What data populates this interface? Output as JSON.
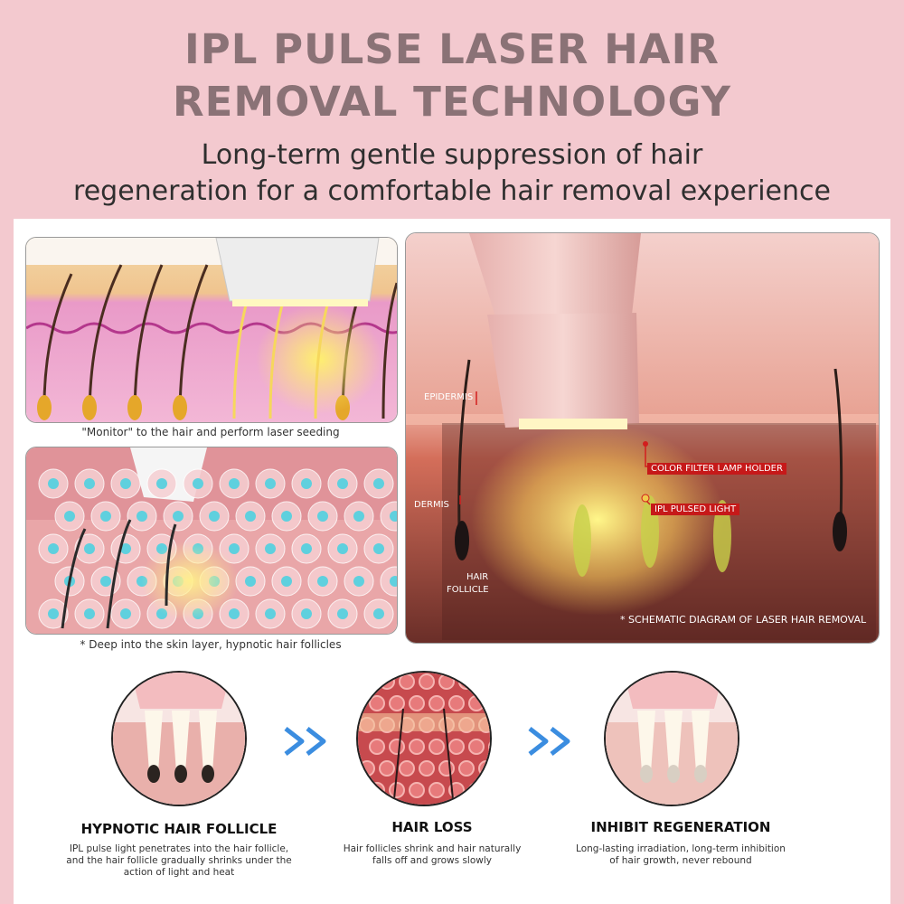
{
  "header": {
    "title_line1": "IPL PULSE LASER HAIR",
    "title_line2": "REMOVAL TECHNOLOGY",
    "subtitle_line1": "Long-term gentle suppression of hair",
    "subtitle_line2": "regeneration for a comfortable hair removal experience"
  },
  "images": {
    "caption1": "\"Monitor\" to the hair and perform laser seeding",
    "caption2": "* Deep into the skin layer, hypnotic hair follicles",
    "diagram": {
      "epidermis": "EPIDERMIS",
      "dermis": "DERMIS",
      "hair_follicle_1": "HAIR",
      "hair_follicle_2": "FOLLICLE",
      "lamp_holder": "COLOR FILTER LAMP HOLDER",
      "pulsed_light": "IPL PULSED LIGHT",
      "note": "* SCHEMATIC DIAGRAM OF LASER HAIR REMOVAL"
    }
  },
  "steps": [
    {
      "title": "HYPNOTIC HAIR FOLLICLE",
      "desc_line1": "IPL pulse light penetrates into the hair follicle,",
      "desc_line2": "and the hair follicle gradually shrinks under the",
      "desc_line3": "action of light and heat"
    },
    {
      "title": "HAIR LOSS",
      "desc_line1": "Hair follicles shrink and hair naturally",
      "desc_line2": "falls off and grows slowly"
    },
    {
      "title": "INHIBIT REGENERATION",
      "desc_line1": "Long-lasting irradiation, long-term inhibition",
      "desc_line2": "of hair growth, never rebound"
    }
  ],
  "colors": {
    "background": "#f3c9cf",
    "title": "#8a7276",
    "arrow": "#3b8de0",
    "tag_red": "#c61919"
  },
  "icons": {
    "arrow1": "double-chevron-right-icon",
    "arrow2": "double-chevron-right-icon"
  }
}
